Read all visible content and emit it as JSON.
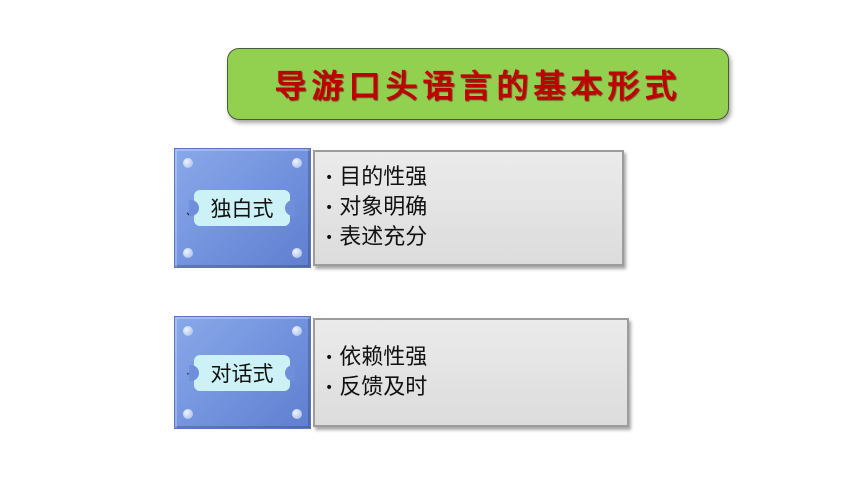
{
  "title": "导游口头语言的基本形式",
  "forms": [
    {
      "label": "独白式",
      "marker": "、",
      "points": [
        "目的性强",
        "对象明确",
        "表述充分"
      ]
    },
    {
      "label": "对话式",
      "marker": "·",
      "points": [
        "依赖性强",
        "反馈及时"
      ]
    }
  ],
  "bullet": "•",
  "colors": {
    "title_bg": "#92d050",
    "title_text": "#c00000",
    "frame": "#6f8fdc",
    "label_bg": "#ccf2f7",
    "content_bg": "#e3e3e3"
  }
}
